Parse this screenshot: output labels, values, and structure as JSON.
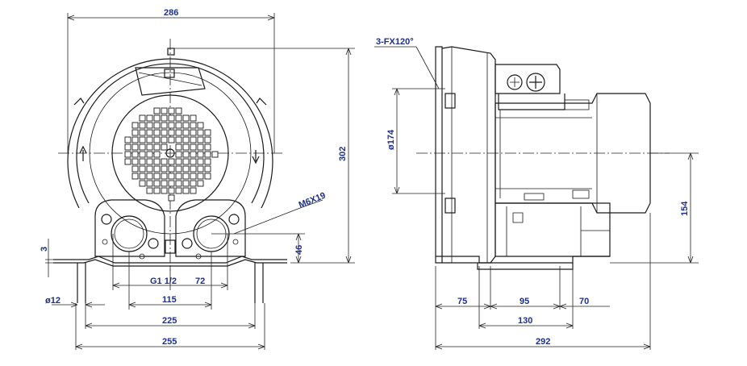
{
  "colors": {
    "line": "#1a1a1a",
    "dimension_text": "#1c2f8f",
    "background": "#ffffff"
  },
  "front_view": {
    "labels": {
      "width_top": "286",
      "height": "302",
      "thread": "M6X19",
      "thickness": "3",
      "outlet_height": "46",
      "port_size": "G1 1/2",
      "port_offset": "72",
      "hole_dia": "ø12",
      "port_spacing": "115",
      "foot_spacing": "225",
      "base_width": "255"
    }
  },
  "side_view": {
    "labels": {
      "holes": "3-FX120°",
      "flange_dia": "ø174",
      "center_height": "154",
      "dim_75": "75",
      "dim_95": "95",
      "dim_70": "70",
      "dim_130": "130",
      "total_length": "292"
    }
  }
}
